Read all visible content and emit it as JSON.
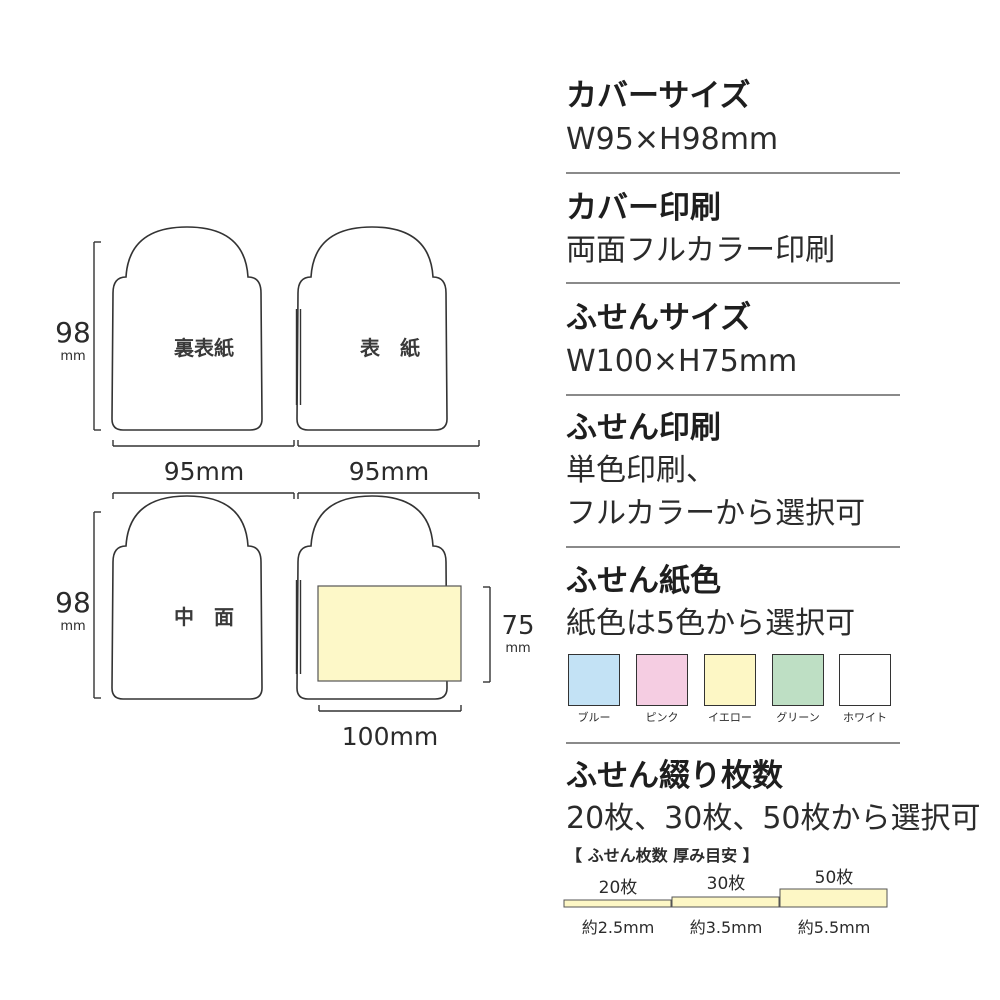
{
  "diagram": {
    "top": {
      "left_panel_label": "裏表紙",
      "right_panel_label": "表　紙",
      "height_value": "98",
      "height_unit": "mm",
      "left_width_label": "95mm",
      "right_width_label": "95mm"
    },
    "bottom": {
      "left_panel_label": "中　面",
      "height_value": "98",
      "height_unit": "mm",
      "sticky_height_value": "75",
      "sticky_height_unit": "mm",
      "sticky_width_label": "100mm",
      "sticky_color": "#fdf8c8"
    }
  },
  "specs": {
    "cover_size": {
      "title": "カバーサイズ",
      "value": "W95×H98mm"
    },
    "cover_print": {
      "title": "カバー印刷",
      "value": "両面フルカラー印刷"
    },
    "sticky_size": {
      "title": "ふせんサイズ",
      "value": "W100×H75mm"
    },
    "sticky_print": {
      "title": "ふせん印刷",
      "value_line1": "単色印刷、",
      "value_line2": "フルカラーから選択可"
    },
    "paper_color": {
      "title": "ふせん紙色",
      "value": "紙色は5色から選択可",
      "colors": [
        {
          "name": "ブルー",
          "hex": "#c3e2f5"
        },
        {
          "name": "ピンク",
          "hex": "#f5cde2"
        },
        {
          "name": "イエロー",
          "hex": "#fdf7c5"
        },
        {
          "name": "グリーン",
          "hex": "#bedfc4"
        },
        {
          "name": "ホワイト",
          "hex": "#ffffff"
        }
      ]
    },
    "sheet_count": {
      "title": "ふせん綴り枚数",
      "value": "20枚、30枚、50枚から選択可",
      "thickness_title": "【 ふせん枚数 厚み目安 】",
      "thickness": [
        {
          "count": "20枚",
          "thickness": "約2.5mm"
        },
        {
          "count": "30枚",
          "thickness": "約3.5mm"
        },
        {
          "count": "50枚",
          "thickness": "約5.5mm"
        }
      ]
    }
  }
}
